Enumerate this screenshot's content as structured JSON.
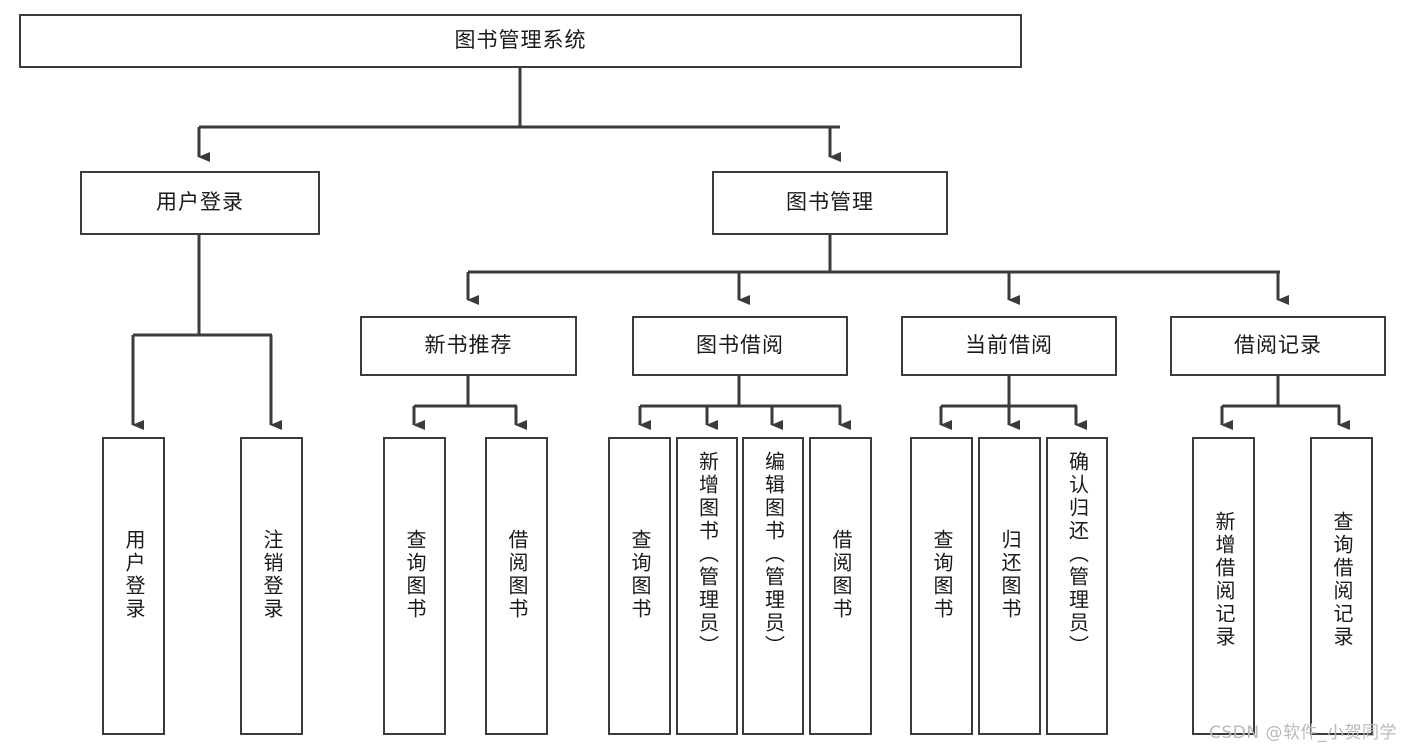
{
  "diagram": {
    "title": "图书管理系统",
    "type": "tree-hierarchy-chart",
    "root": {
      "label": "图书管理系统"
    },
    "level2": [
      {
        "label": "用户登录"
      },
      {
        "label": "图书管理"
      }
    ],
    "level3": [
      {
        "label": "新书推荐"
      },
      {
        "label": "图书借阅"
      },
      {
        "label": "当前借阅"
      },
      {
        "label": "借阅记录"
      }
    ],
    "leaves": {
      "user_login": [
        {
          "label": "用户登录"
        },
        {
          "label": "注销登录"
        }
      ],
      "new_book_recommend": [
        {
          "label": "查询图书"
        },
        {
          "label": "借阅图书"
        }
      ],
      "book_borrow": [
        {
          "label": "查询图书"
        },
        {
          "label": "新增图书（管理员）"
        },
        {
          "label": "编辑图书（管理员）"
        },
        {
          "label": "借阅图书"
        }
      ],
      "current_borrow": [
        {
          "label": "查询图书"
        },
        {
          "label": "归还图书"
        },
        {
          "label": "确认归还（管理员）"
        }
      ],
      "borrow_record": [
        {
          "label": "新增借阅记录"
        },
        {
          "label": "查询借阅记录"
        }
      ]
    }
  },
  "watermark": {
    "text": "CSDN @软件_小贺同学"
  },
  "colors": {
    "stroke": "#3b3b3b",
    "text": "#1a1a1a",
    "background": "#ffffff",
    "watermark": "#b9b9b9"
  }
}
